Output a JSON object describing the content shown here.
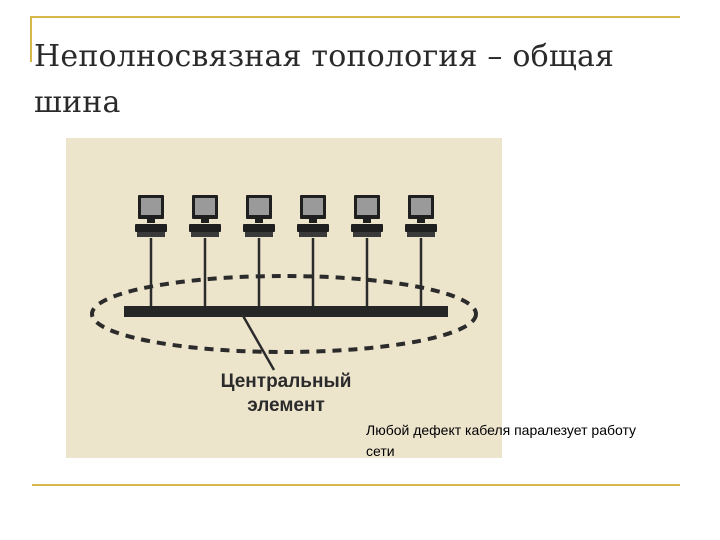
{
  "slide": {
    "title": "Неполносвязная топология – общая шина",
    "caption": "Любой дефект кабеля паралезует работу сети"
  },
  "diagram": {
    "center_label_line1": "Центральный",
    "center_label_line2": "элемент",
    "computer_count": 6,
    "icons": [
      "desktop-computer-icon"
    ],
    "colors": {
      "accent_line": "#d9b64a",
      "scan_background": "#ede4cc",
      "ink": "#2b2b2b"
    }
  }
}
